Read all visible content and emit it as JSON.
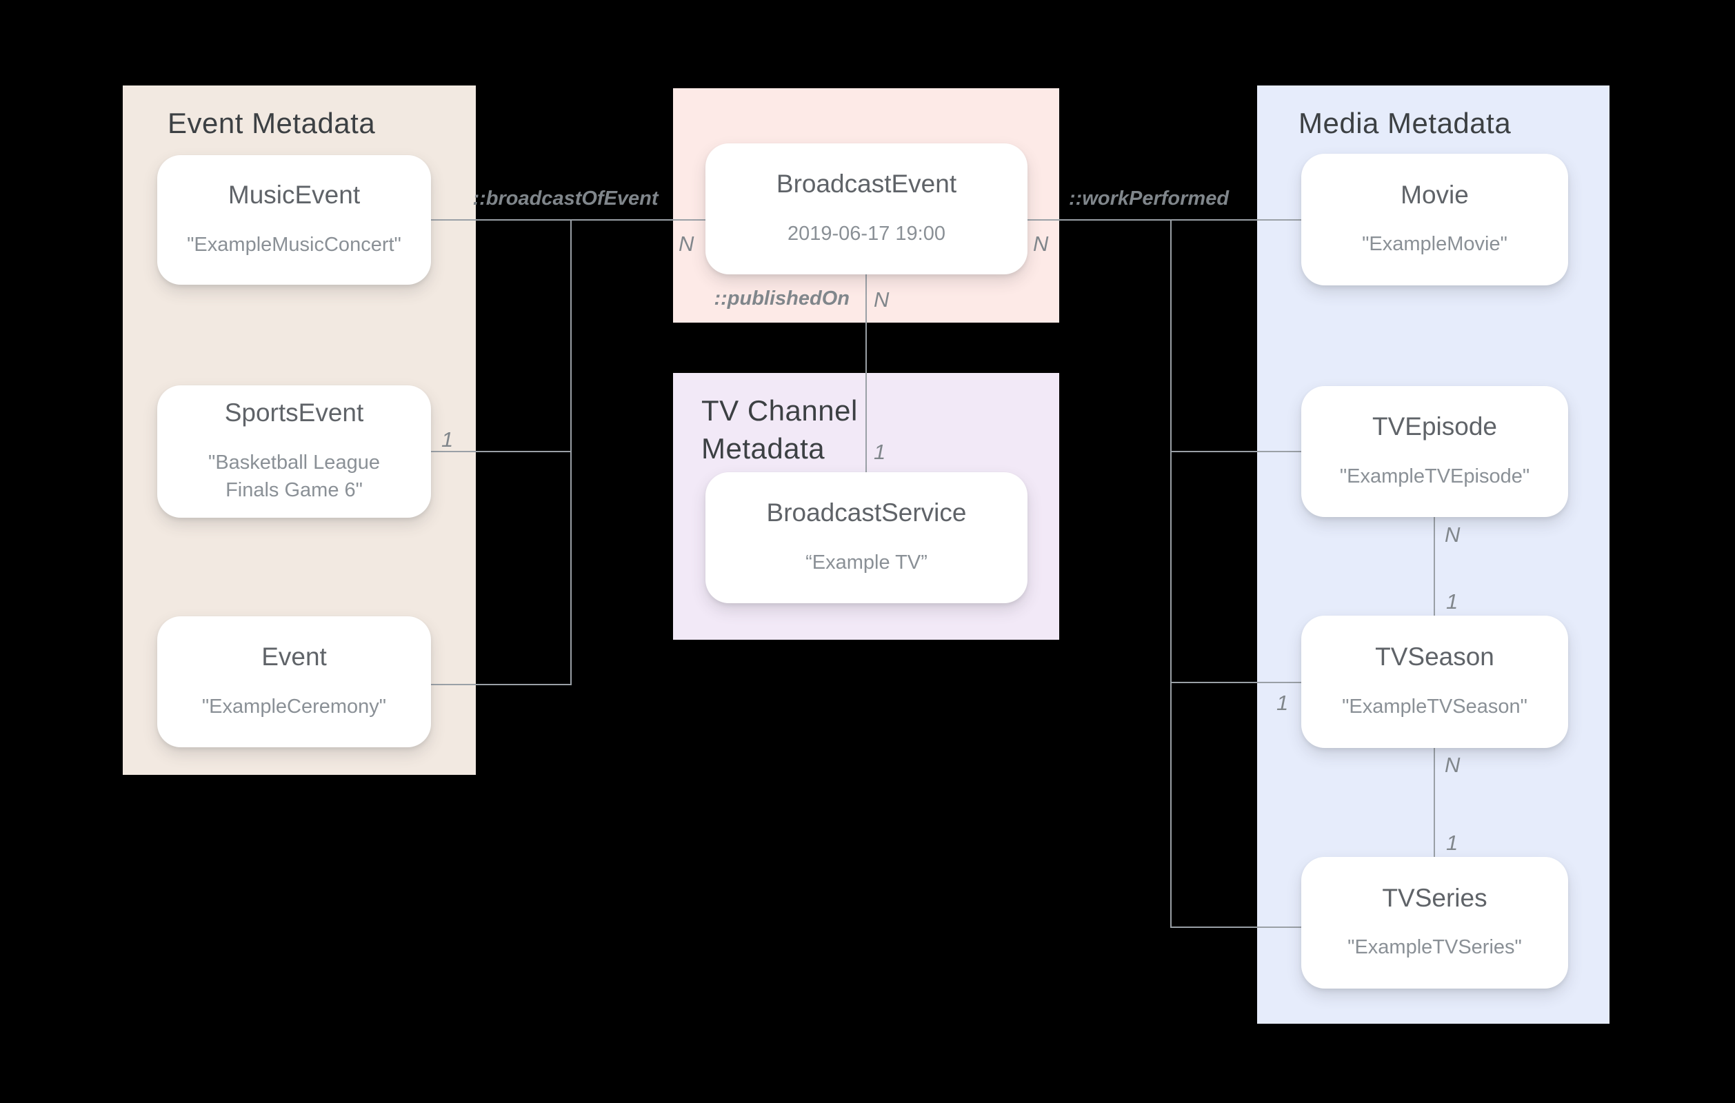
{
  "diagram_title": "Broadcast / Event / Media metadata relationship diagram",
  "colors": {
    "background": "#000000",
    "panel_event_metadata": "#f2e9e1",
    "panel_broadcast_event": "#fdeae7",
    "panel_tv_channel_metadata": "#f2e9f7",
    "panel_media_metadata": "#e6ecfb",
    "card_background": "#ffffff",
    "connector_line": "#9aa0a6",
    "panel_title_text": "#3c4043",
    "card_title_text": "#5f6368",
    "card_value_text": "#8a9096",
    "edge_label_text": "#80868b"
  },
  "panels": {
    "event": {
      "title": "Event Metadata"
    },
    "tv_channel": {
      "title_line1": "TV Channel",
      "title_line2": "Metadata"
    },
    "media": {
      "title": "Media Metadata"
    }
  },
  "cards": {
    "music_event": {
      "title": "MusicEvent",
      "value": "\"ExampleMusicConcert\""
    },
    "sports_event": {
      "title": "SportsEvent",
      "value": "\"Basketball League Finals Game 6\""
    },
    "event": {
      "title": "Event",
      "value": "\"ExampleCeremony\""
    },
    "broadcast_event": {
      "title": "BroadcastEvent",
      "value": "2019-06-17 19:00"
    },
    "broadcast_service": {
      "title": "BroadcastService",
      "value": "“Example TV”"
    },
    "movie": {
      "title": "Movie",
      "value": "\"ExampleMovie\""
    },
    "tv_episode": {
      "title": "TVEpisode",
      "value": "\"ExampleTVEpisode\""
    },
    "tv_season": {
      "title": "TVSeason",
      "value": "\"ExampleTVSeason\""
    },
    "tv_series": {
      "title": "TVSeries",
      "value": "\"ExampleTVSeries\""
    }
  },
  "edges": {
    "broadcast_of_event": {
      "label": "::broadcastOfEvent",
      "card_n": "N",
      "card_1": "1"
    },
    "published_on": {
      "label": "::publishedOn",
      "card_n": "N",
      "card_1": "1"
    },
    "work_performed": {
      "label": "::workPerformed",
      "card_n": "N",
      "card_1": "1"
    },
    "episode_to_season": {
      "card_n": "N",
      "card_1": "1"
    },
    "season_to_series": {
      "card_n": "N",
      "card_1": "1"
    }
  }
}
